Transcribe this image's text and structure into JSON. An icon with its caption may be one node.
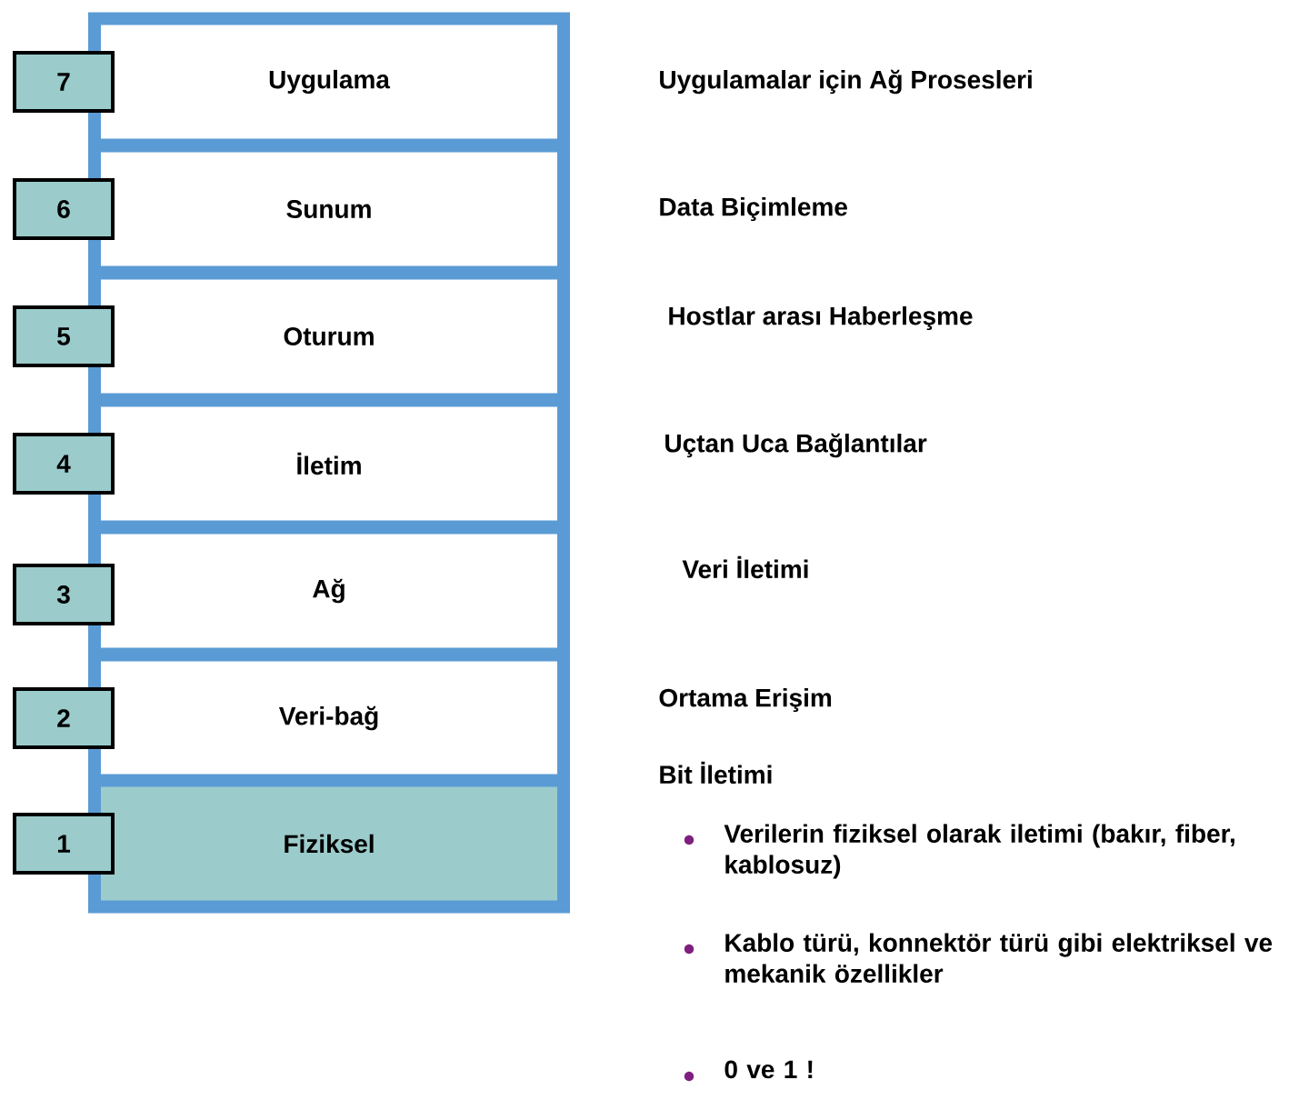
{
  "diagram": {
    "nodes": [
      {
        "text": [
          "7"
        ]
      },
      {
        "text": [
          "Uygulama"
        ]
      },
      {
        "text": [
          "6"
        ]
      },
      {
        "text": [
          "Sunum"
        ]
      },
      {
        "text": [
          "5"
        ]
      },
      {
        "text": [
          "Oturum"
        ]
      },
      {
        "text": [
          "4"
        ]
      },
      {
        "text": [
          "İletim"
        ]
      },
      {
        "text": [
          "3"
        ]
      },
      {
        "text": [
          "Ağ"
        ]
      },
      {
        "text": [
          "2"
        ]
      },
      {
        "text": [
          "Veri-bağ"
        ]
      },
      {
        "text": [
          "1"
        ]
      },
      {
        "text": [
          "Fiziksel"
        ]
      }
    ],
    "labels": [
      "Uygulamalar için Ağ Prosesleri",
      "Data Biçimleme",
      "Hostlar arası Haberleşme",
      "Uçtan Uca Bağlantılar",
      "Veri İletimi",
      "Ortama Erişim",
      "Bit İletimi",
      "Verilerin fiziksel olarak iletimi (bakır, fiber, kablosuz)",
      "Kablo türü, konnektör türü gibi elektriksel ve mekanik özellikler",
      "0 ve 1 !"
    ]
  }
}
